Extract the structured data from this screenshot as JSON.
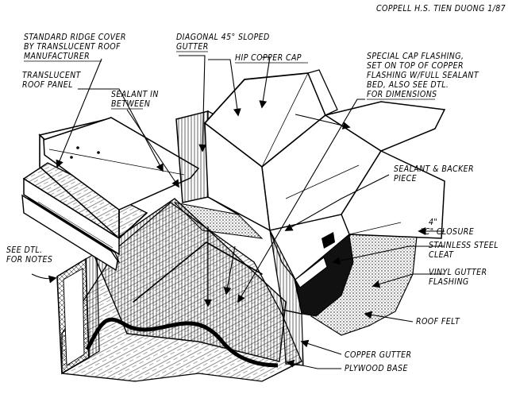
{
  "header": {
    "credit": "COPPELL H.S.  TIEN DUONG 1/87"
  },
  "labels": {
    "ridge_cover": [
      "STANDARD RIDGE COVER",
      "BY TRANSLUCENT ROOF",
      "MANUFACTURER"
    ],
    "diagonal_gutter": [
      "DIAGONAL 45° SLOPED",
      "GUTTER"
    ],
    "hip_cap": [
      "HIP COPPER CAP"
    ],
    "cap_flashing": [
      "SPECIAL CAP FLASHING,",
      "SET ON TOP OF COPPER",
      "FLASHING W/FULL SEALANT",
      "BED, ALSO SEE DTL.",
      "FOR DIMENSIONS"
    ],
    "roof_panel": [
      "TRANSLUCENT",
      "ROOF PANEL"
    ],
    "sealant_between": [
      "SEALANT IN",
      "BETWEEN"
    ],
    "sealant_backer": [
      "SEALANT & BACKER",
      "PIECE"
    ],
    "c_closure": [
      "4\"",
      "\"C\" CLOSURE"
    ],
    "cleat": [
      "STAINLESS STEEL",
      "CLEAT"
    ],
    "see_dtl": [
      "SEE DTL.",
      "FOR NOTES"
    ],
    "vinyl_flashing": [
      "VINYL GUTTER",
      "FLASHING"
    ],
    "roof_felt": [
      "ROOF FELT"
    ],
    "copper_gutter": [
      "COPPER GUTTER"
    ],
    "plywood_base": [
      "PLYWOOD BASE"
    ]
  }
}
